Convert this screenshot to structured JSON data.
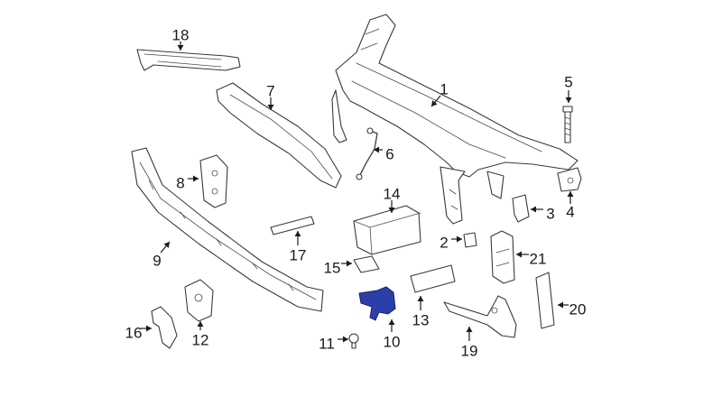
{
  "highlight_color": "#2c3ea8",
  "callouts": [
    {
      "id": "1",
      "label": "1",
      "part": "radiator-support-frame"
    },
    {
      "id": "2",
      "label": "2",
      "part": "small-clip"
    },
    {
      "id": "3",
      "label": "3",
      "part": "mount-bracket"
    },
    {
      "id": "4",
      "label": "4",
      "part": "mount-pad"
    },
    {
      "id": "5",
      "label": "5",
      "part": "bolt"
    },
    {
      "id": "6",
      "label": "6",
      "part": "cable-rod"
    },
    {
      "id": "7",
      "label": "7",
      "part": "upper-crossmember"
    },
    {
      "id": "8",
      "label": "8",
      "part": "bumper-bracket"
    },
    {
      "id": "9",
      "label": "9",
      "part": "impact-bar"
    },
    {
      "id": "10",
      "label": "10",
      "part": "highlighted-bracket"
    },
    {
      "id": "11",
      "label": "11",
      "part": "screw"
    },
    {
      "id": "12",
      "label": "12",
      "part": "lower-bracket"
    },
    {
      "id": "13",
      "label": "13",
      "part": "block-absorber"
    },
    {
      "id": "14",
      "label": "14",
      "part": "sensor-mount"
    },
    {
      "id": "15",
      "label": "15",
      "part": "small-plate"
    },
    {
      "id": "16",
      "label": "16",
      "part": "corner-bracket"
    },
    {
      "id": "17",
      "label": "17",
      "part": "strip"
    },
    {
      "id": "18",
      "label": "18",
      "part": "top-shield"
    },
    {
      "id": "19",
      "label": "19",
      "part": "side-bracket"
    },
    {
      "id": "20",
      "label": "20",
      "part": "side-block"
    },
    {
      "id": "21",
      "label": "21",
      "part": "vertical-bracket"
    }
  ]
}
